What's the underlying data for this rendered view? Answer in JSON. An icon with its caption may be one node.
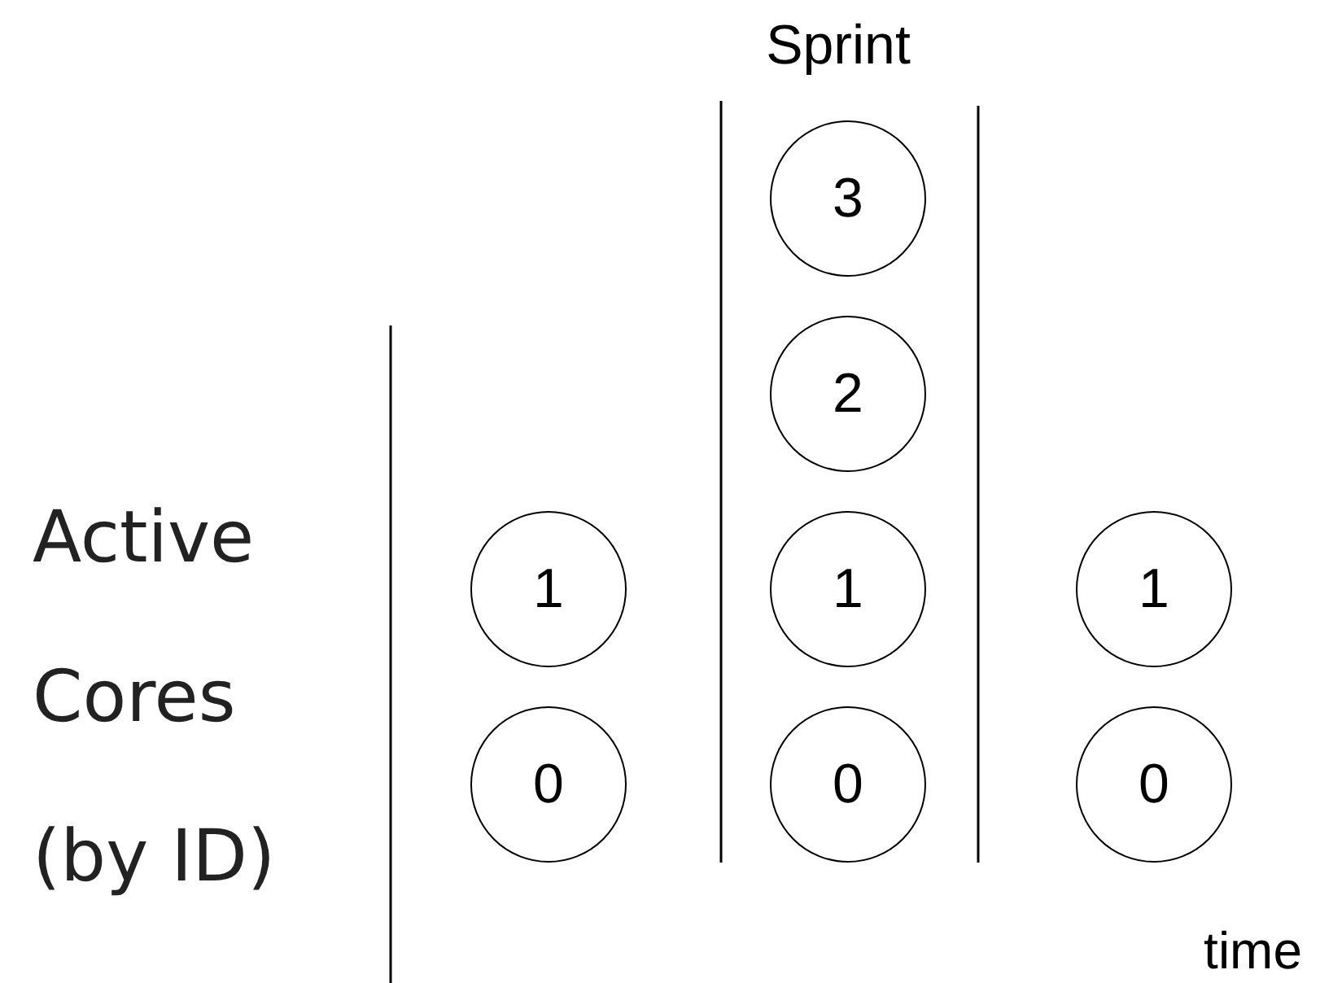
{
  "diagram": {
    "nodes": [
      {
        "text": [
          "3"
        ]
      },
      {
        "text": [
          "2"
        ]
      },
      {
        "text": [
          "1"
        ]
      },
      {
        "text": [
          "1"
        ]
      },
      {
        "text": [
          "1"
        ]
      },
      {
        "text": [
          "0"
        ]
      },
      {
        "text": [
          "0"
        ]
      },
      {
        "text": [
          "0"
        ]
      }
    ],
    "labels": [
      "Sprint",
      "Active Cores (by ID)",
      "time"
    ]
  }
}
